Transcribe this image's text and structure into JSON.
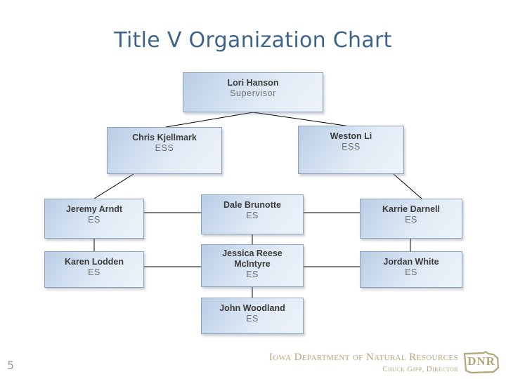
{
  "slide": {
    "title": "Title V Organization Chart",
    "page_number": "5",
    "title_color": "#3e6389",
    "box_border_color": "#8aa4c0",
    "box_fill_light": "#eef3fa",
    "box_fill_dark": "#b9cde4",
    "connector_color": "#000000",
    "footer_color": "#b3a678"
  },
  "org_chart": {
    "levels": [
      {
        "level": 1,
        "nodes": [
          {
            "name": "Lori Hanson",
            "role": "Supervisor"
          }
        ]
      },
      {
        "level": 2,
        "nodes": [
          {
            "name": "Chris Kjellmark",
            "role": "ESS"
          },
          {
            "name": "Weston Li",
            "role": "ESS"
          }
        ]
      },
      {
        "level": 3,
        "nodes": [
          {
            "name": "Jeremy Arndt",
            "role": "ES"
          },
          {
            "name": "Dale Brunotte",
            "role": "ES"
          },
          {
            "name": "Karrie Darnell",
            "role": "ES"
          }
        ]
      },
      {
        "level": 4,
        "nodes": [
          {
            "name": "Karen Lodden",
            "role": "ES"
          },
          {
            "name": "Jessica Reese McIntyre",
            "role": "ES"
          },
          {
            "name": "Jordan White",
            "role": "ES"
          }
        ]
      },
      {
        "level": 5,
        "nodes": [
          {
            "name": "John Woodland",
            "role": "ES"
          }
        ]
      }
    ]
  },
  "footer": {
    "agency_line": "Iowa Department of Natural Resources",
    "director_line": "Chuck Gipp, Director",
    "logo_text": "DNR"
  }
}
